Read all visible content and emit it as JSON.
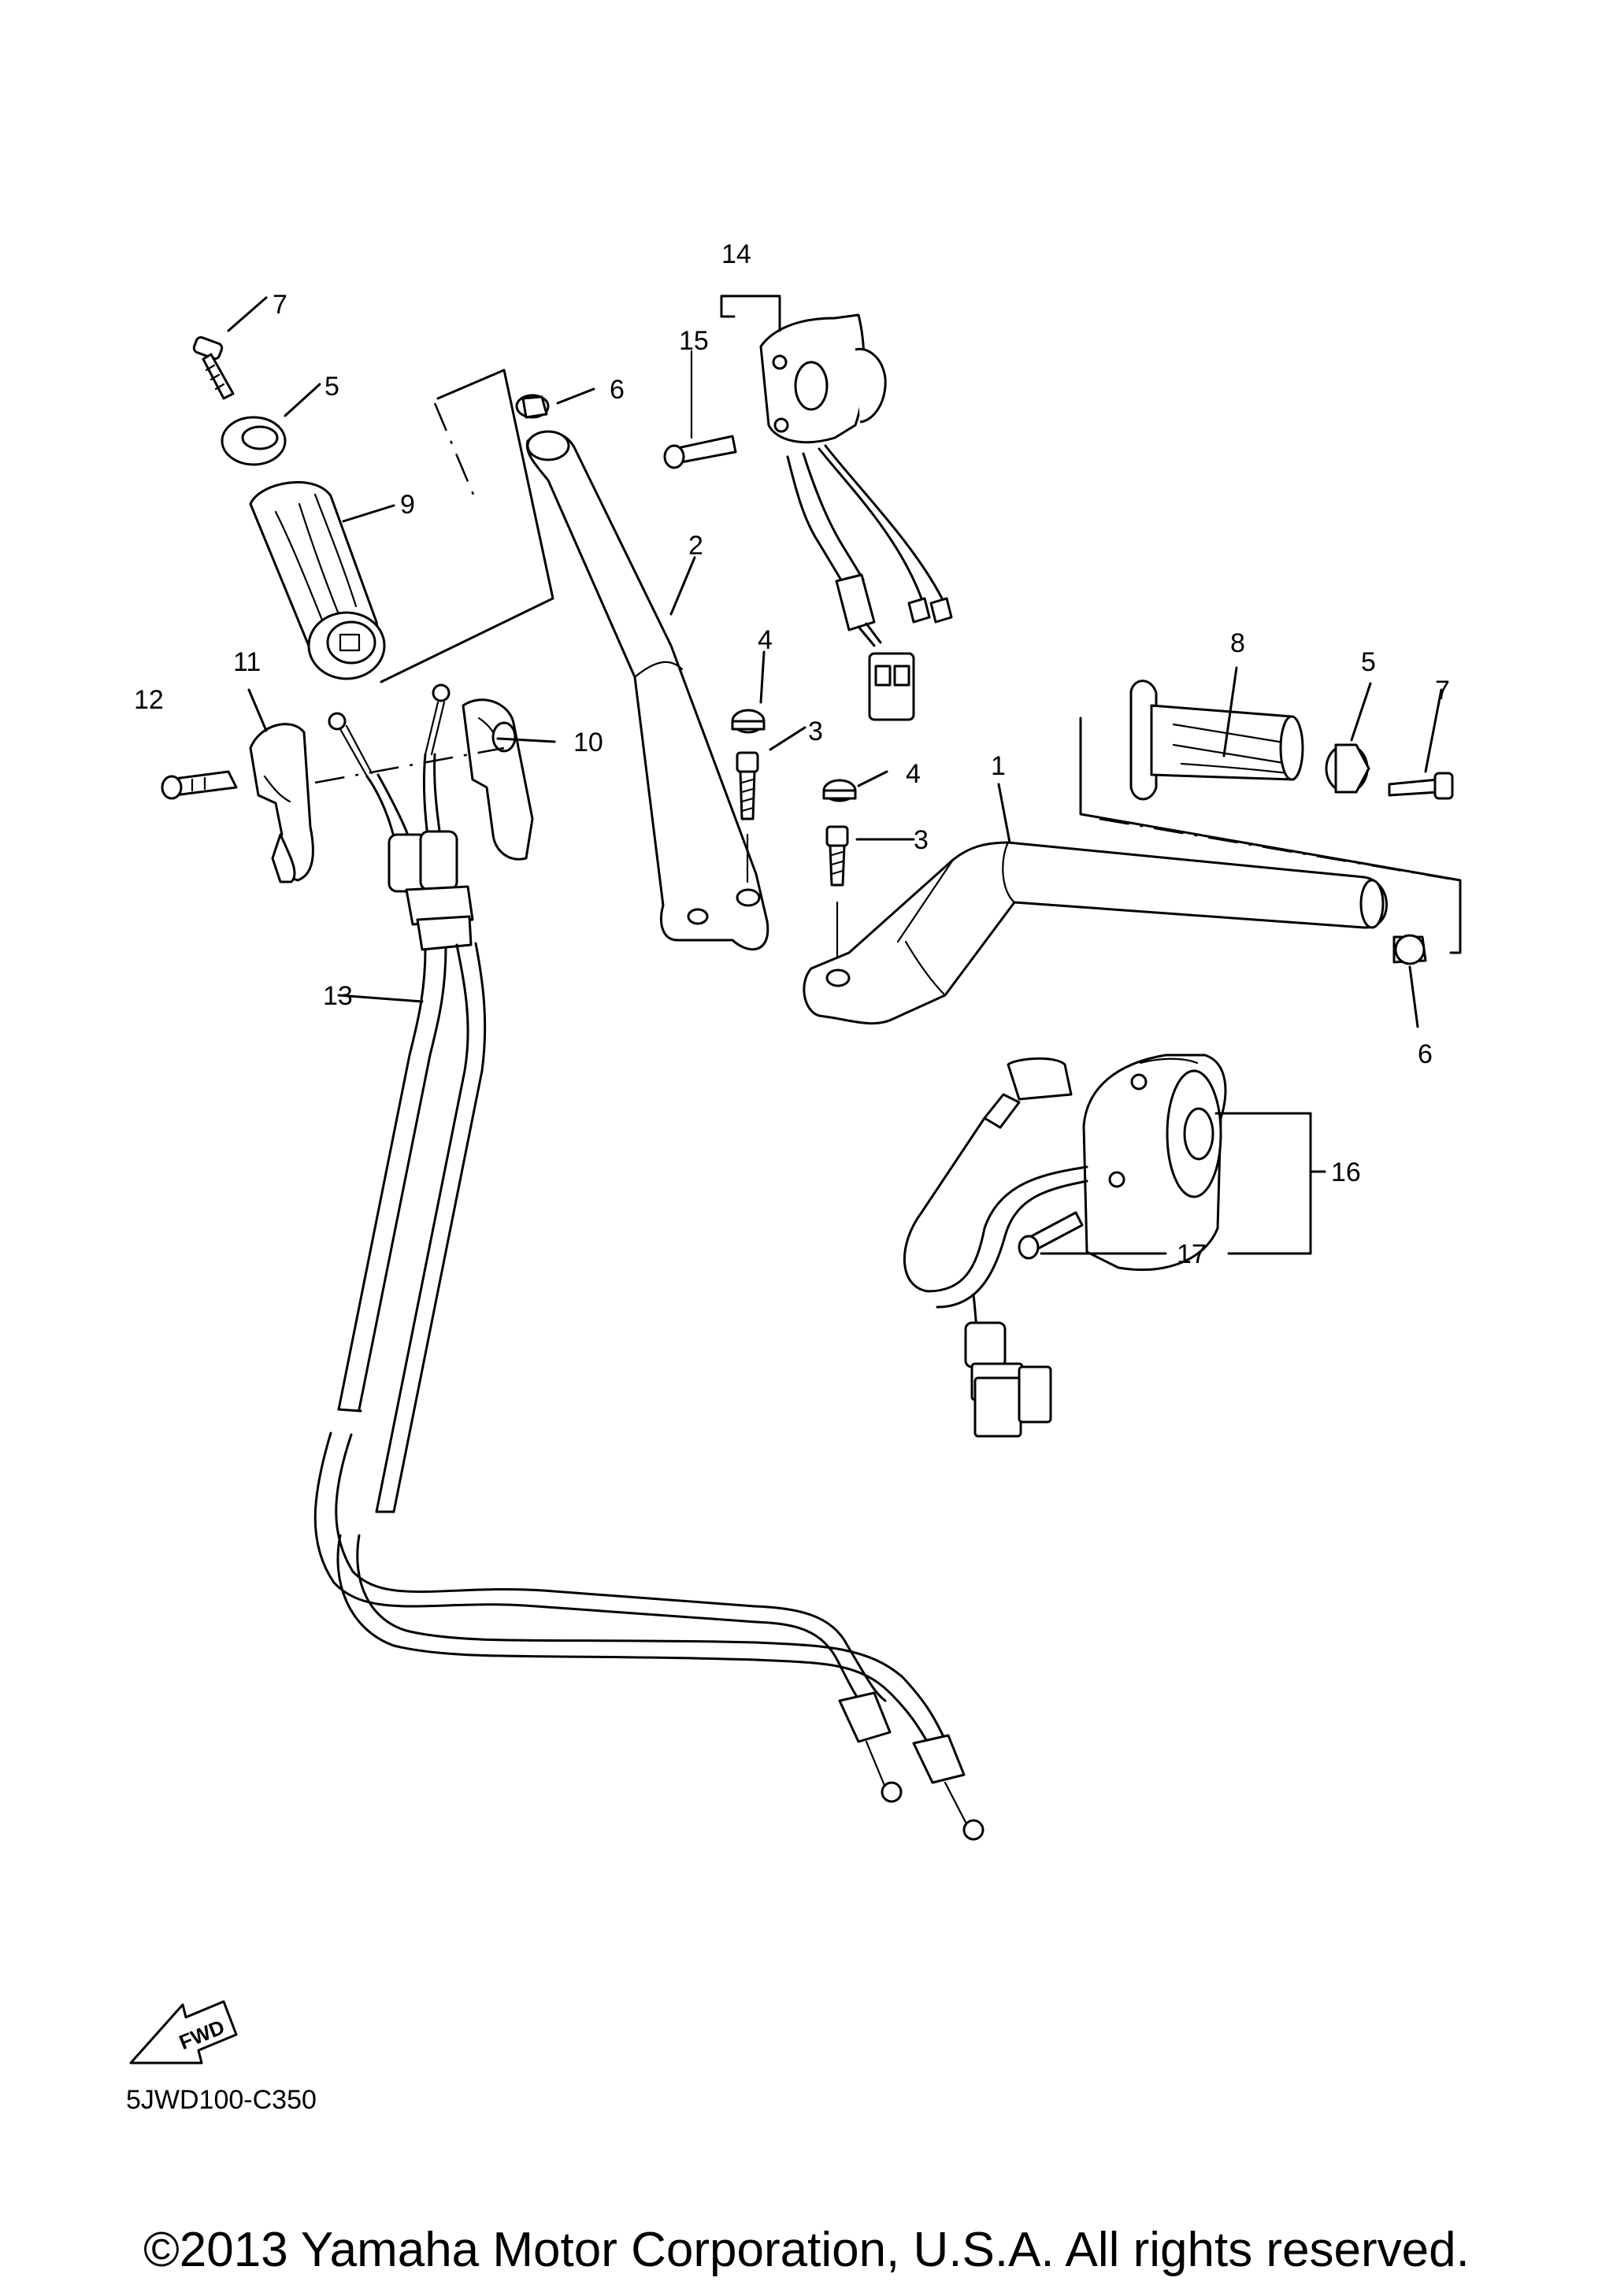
{
  "diagram": {
    "code": "5JWD100-C350",
    "copyright": "©2013 Yamaha Motor Corporation, U.S.A. All rights reserved.",
    "fwd_badge": "FWD",
    "callouts": {
      "n1": "1",
      "n2": "2",
      "n3a": "3",
      "n3b": "3",
      "n4a": "4",
      "n4b": "4",
      "n5a": "5",
      "n5b": "5",
      "n6a": "6",
      "n6b": "6",
      "n7a": "7",
      "n7b": "7",
      "n8": "8",
      "n9": "9",
      "n10": "10",
      "n11": "11",
      "n12": "12",
      "n13": "13",
      "n14": "14",
      "n15": "15",
      "n16": "16",
      "n17": "17"
    }
  }
}
